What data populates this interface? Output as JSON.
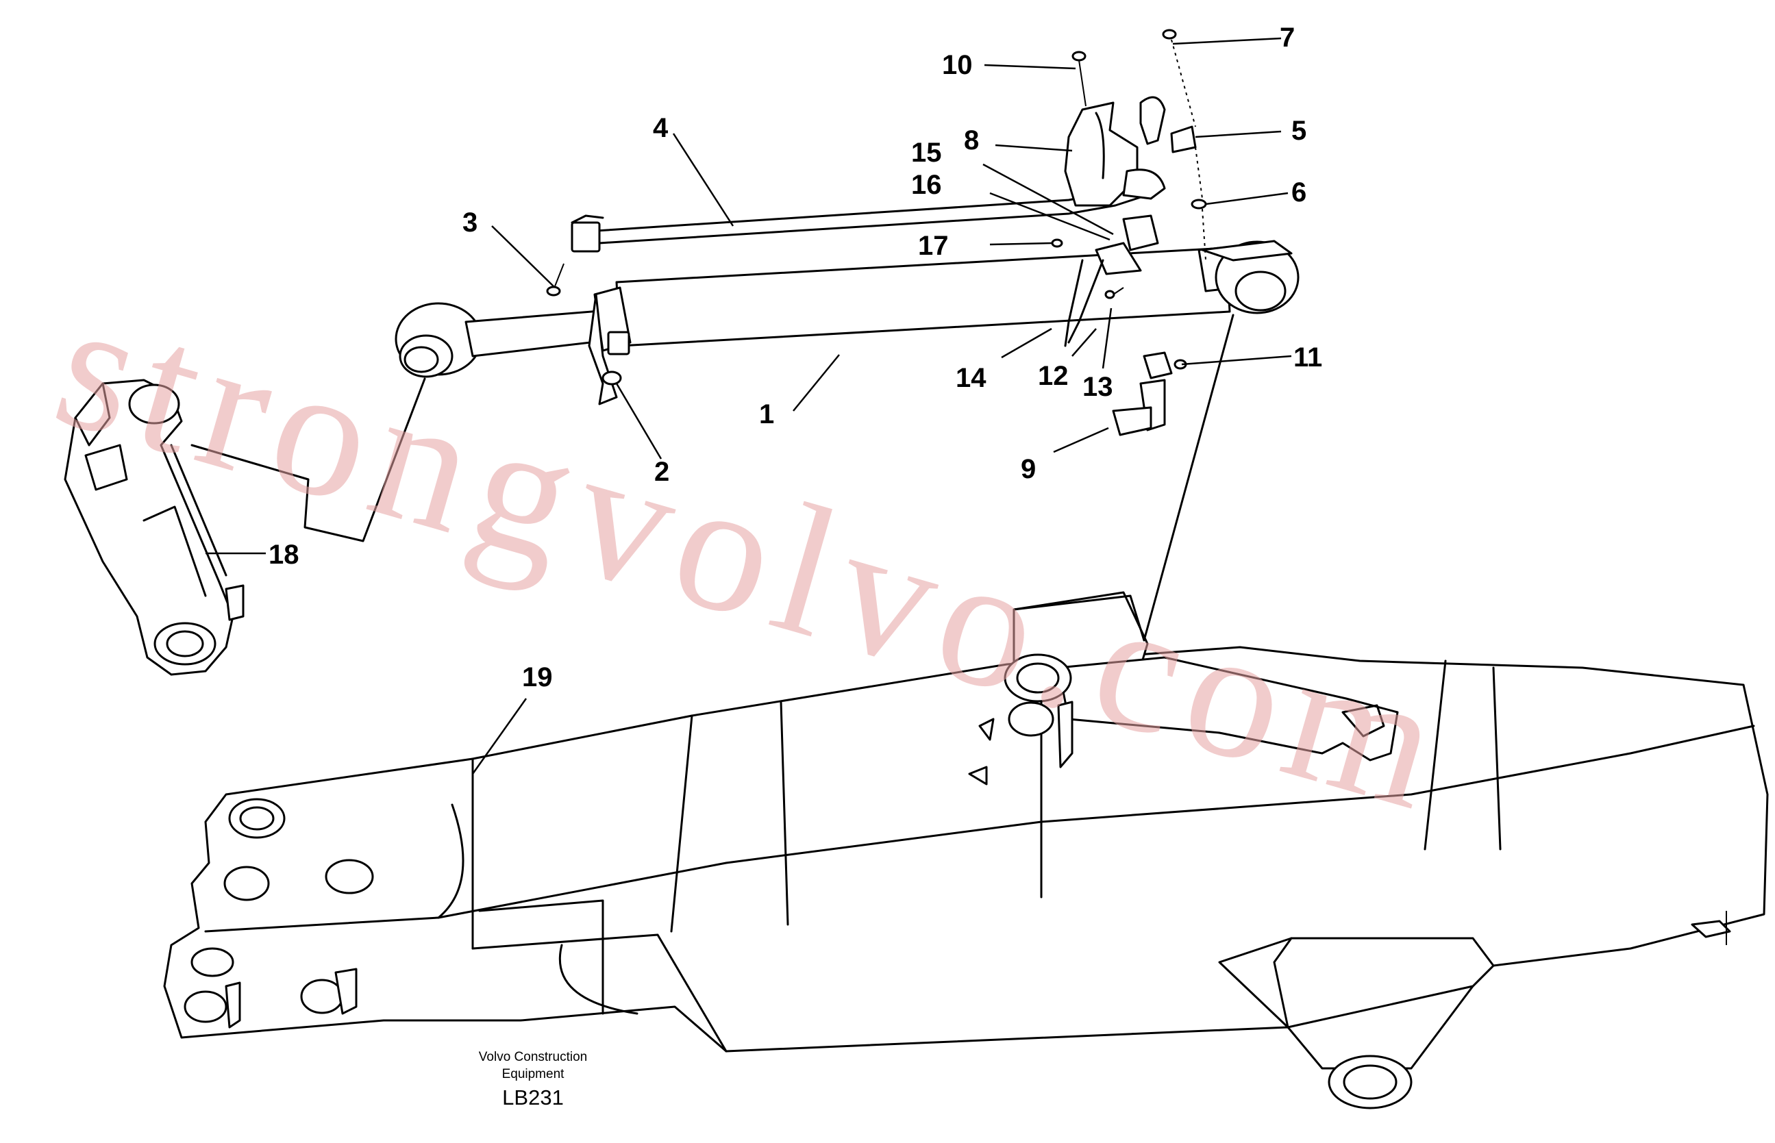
{
  "watermark": "strongvolvo.com",
  "caption": {
    "line1": "Volvo Construction",
    "line2": "Equipment",
    "code": "LB231"
  },
  "callouts": [
    "1",
    "2",
    "3",
    "4",
    "5",
    "6",
    "7",
    "8",
    "9",
    "10",
    "11",
    "12",
    "13",
    "14",
    "15",
    "16",
    "17",
    "18",
    "19"
  ]
}
